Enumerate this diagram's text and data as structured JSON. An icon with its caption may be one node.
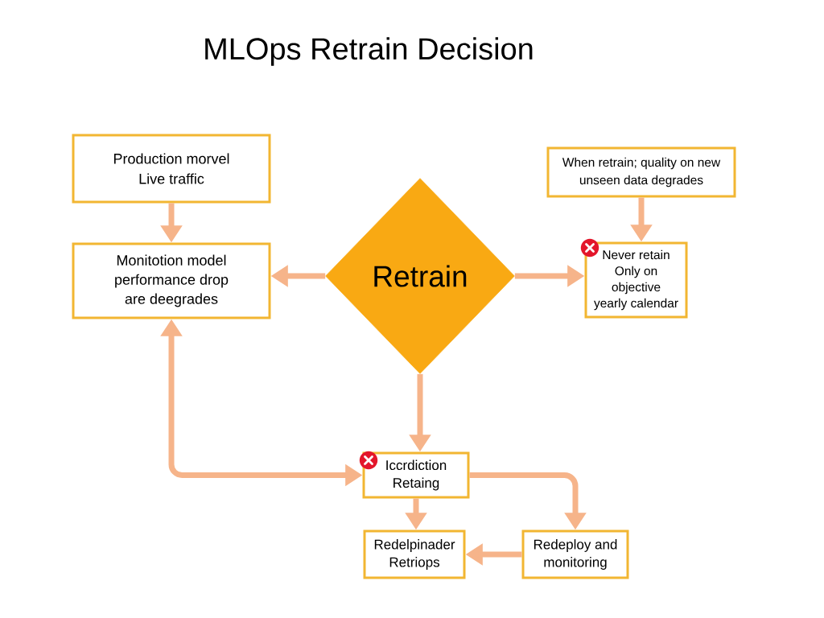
{
  "diagram": {
    "title": "MLOps Retrain Decision",
    "nodes": [
      {
        "text": [
          "Production morvel Live traffic"
        ]
      },
      {
        "text": [
          "Monitotion model performance drop are deegrades"
        ]
      },
      {
        "text": [
          "Retrain"
        ]
      },
      {
        "text": [
          "When retrain; quality on new unseen data degrades"
        ]
      },
      {
        "text": [
          "Never retain Only on objective yearly calendar"
        ]
      },
      {
        "text": [
          "Iccrdiction Retaing"
        ]
      },
      {
        "text": [
          "Redelpinader Retriops"
        ]
      },
      {
        "text": [
          "Redeploy and monitoring"
        ]
      }
    ],
    "edges": [
      {
        "from": 0,
        "to": 1,
        "arrow": "to"
      },
      {
        "from": 2,
        "to": 1,
        "arrow": "to"
      },
      {
        "from": 2,
        "to": 4,
        "arrow": "to"
      },
      {
        "from": 3,
        "to": 4,
        "arrow": "to"
      },
      {
        "from": 2,
        "to": 5,
        "arrow": "to"
      },
      {
        "from": 1,
        "to": 5,
        "arrow": "both"
      },
      {
        "from": 5,
        "to": 7,
        "arrow": "to"
      },
      {
        "from": 5,
        "to": 6,
        "arrow": "to"
      },
      {
        "from": 7,
        "to": 6,
        "arrow": "to"
      }
    ]
  }
}
